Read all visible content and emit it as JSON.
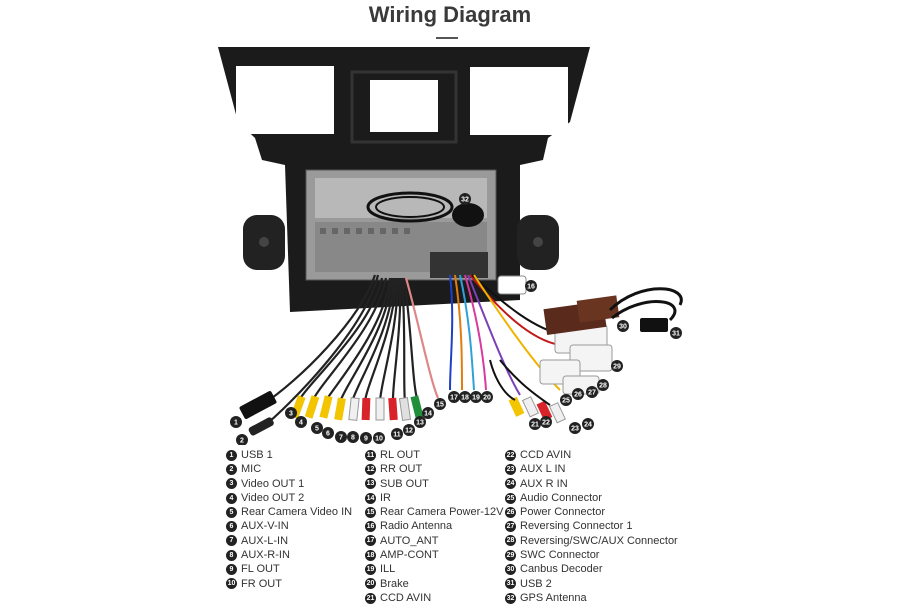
{
  "title": "Wiring Diagram",
  "legend": {
    "col1": [
      {
        "n": "1",
        "label": "USB 1"
      },
      {
        "n": "2",
        "label": "MIC"
      },
      {
        "n": "3",
        "label": "Video OUT 1"
      },
      {
        "n": "4",
        "label": "Video OUT 2"
      },
      {
        "n": "5",
        "label": "Rear Camera Video IN"
      },
      {
        "n": "6",
        "label": "AUX-V-IN"
      },
      {
        "n": "7",
        "label": "AUX-L-IN"
      },
      {
        "n": "8",
        "label": "AUX-R-IN"
      },
      {
        "n": "9",
        "label": "FL OUT"
      },
      {
        "n": "10",
        "label": "FR OUT"
      }
    ],
    "col2": [
      {
        "n": "11",
        "label": "RL OUT"
      },
      {
        "n": "12",
        "label": "RR OUT"
      },
      {
        "n": "13",
        "label": "SUB OUT"
      },
      {
        "n": "14",
        "label": "IR"
      },
      {
        "n": "15",
        "label": "Rear Camera Power-12V"
      },
      {
        "n": "16",
        "label": "Radio Antenna"
      },
      {
        "n": "17",
        "label": "AUTO_ANT"
      },
      {
        "n": "18",
        "label": "AMP-CONT"
      },
      {
        "n": "19",
        "label": "ILL"
      },
      {
        "n": "20",
        "label": "Brake"
      },
      {
        "n": "21",
        "label": "CCD AVIN"
      }
    ],
    "col3": [
      {
        "n": "22",
        "label": "CCD AVIN"
      },
      {
        "n": "23",
        "label": "AUX L IN"
      },
      {
        "n": "24",
        "label": "AUX R IN"
      },
      {
        "n": "25",
        "label": "Audio Connector"
      },
      {
        "n": "26",
        "label": "Power Connector"
      },
      {
        "n": "27",
        "label": "Reversing Connector 1"
      },
      {
        "n": "28",
        "label": "Reversing/SWC/AUX Connector"
      },
      {
        "n": "29",
        "label": "SWC Connector"
      },
      {
        "n": "30",
        "label": "Canbus Decoder"
      },
      {
        "n": "31",
        "label": "USB 2"
      },
      {
        "n": "32",
        "label": "GPS Antenna"
      }
    ]
  },
  "callouts": [
    "1",
    "2",
    "3",
    "4",
    "5",
    "6",
    "7",
    "8",
    "9",
    "10",
    "11",
    "12",
    "13",
    "14",
    "15",
    "16",
    "17",
    "18",
    "19",
    "20",
    "21",
    "22",
    "23",
    "24",
    "25",
    "26",
    "27",
    "28",
    "29",
    "30",
    "31",
    "32"
  ]
}
